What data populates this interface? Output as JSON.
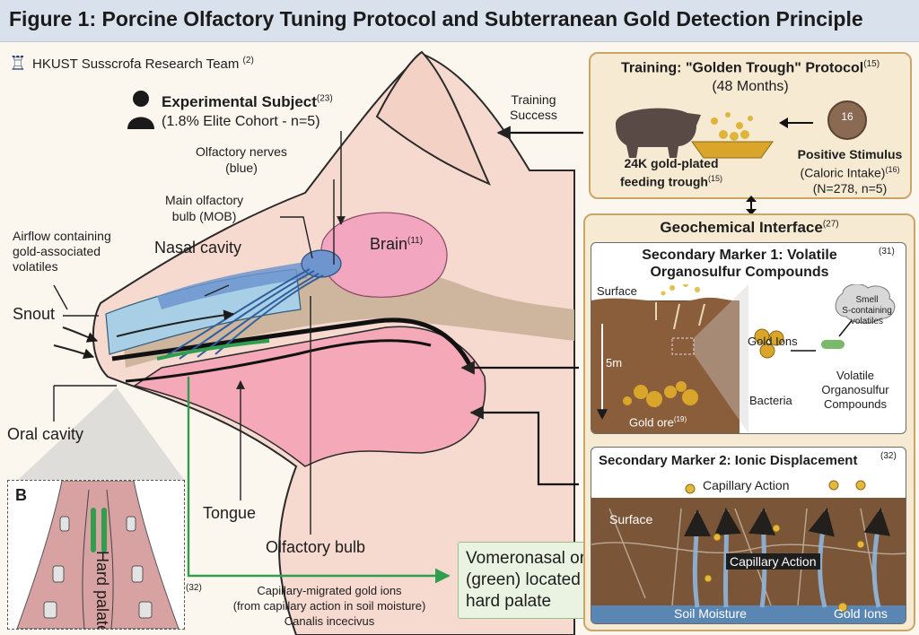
{
  "title": "Figure 1: Porcine Olfactory Tuning Protocol and Subterranean Gold Detection Principle",
  "team": {
    "name": "HKUST Susscrofa Research Team",
    "ref": "(2)"
  },
  "subject": {
    "title": "Experimental Subject",
    "ref": "(23)",
    "cohort": "(1.8% Elite Cohort - n=5)"
  },
  "training_success": [
    "Training",
    "Success"
  ],
  "anatomy": {
    "olfactory_nerves": [
      "Olfactory nerves",
      "(blue)"
    ],
    "mob": [
      "Main olfactory",
      "bulb (MOB)"
    ],
    "airflow": [
      "Airflow containing",
      "gold-associated",
      "volatiles"
    ],
    "nasal_cavity": "Nasal cavity",
    "brain": "Brain",
    "brain_ref": "(11)",
    "snout": "Snout",
    "oral_cavity": "Oral cavity",
    "tongue": "Tongue",
    "olfactory_bulb": "Olfactory bulb",
    "capillary_note": [
      "Capillary-migrated gold ions",
      "(from capillary action in soil moisture)",
      "Canalis incecivus"
    ],
    "capillary_ref": "(32)",
    "vno": [
      "Vomeronasal organ",
      "(green) located in the",
      "hard palate"
    ]
  },
  "inset": {
    "letter": "B",
    "label": "Hard palate"
  },
  "training": {
    "title": "Training: \"Golden Trough\" Protocol",
    "title_ref": "(15)",
    "duration": "(48 Months)",
    "trough": [
      "24K gold-plated",
      "feeding trough"
    ],
    "trough_ref": "(15)",
    "coin": "16",
    "stimulus_title": "Positive Stimulus",
    "stimulus_sub": "(Caloric Intake)",
    "stimulus_ref": "(16)",
    "stimulus_n": "(N=278, n=5)"
  },
  "geo": {
    "title": "Geochemical Interface",
    "ref": "(27)",
    "m1": {
      "title": [
        "Secondary Marker 1: Volatile",
        "Organosulfur Compounds"
      ],
      "ref": "(31)",
      "surface": "Surface",
      "depth": "5m",
      "ore": "Gold ore",
      "ore_ref": "(19)",
      "gold_ions": "Gold Ions",
      "bacteria": "Bacteria",
      "cloud": [
        "Smell",
        "S-containing",
        "volatiles"
      ],
      "voc": [
        "Volatile",
        "Organosulfur",
        "Compounds"
      ]
    },
    "m2": {
      "title": "Secondary Marker 2: Ionic Displacement",
      "ref": "(32)",
      "cap_top": "Capillary Action",
      "surface": "Surface",
      "cap_mid": "Capillary Action",
      "soil": "Soil Moisture",
      "gold": "Gold Ions"
    }
  },
  "colors": {
    "title_bg": "#d9e2ec",
    "panel_border": "#c9a56a",
    "skin": "#f6d9cf",
    "brain": "#f2a6bf",
    "nasal": "#a9cfe6",
    "vno_green": "#2f9e4f",
    "soil": "#7b5537",
    "gold": "#d9a62b"
  }
}
